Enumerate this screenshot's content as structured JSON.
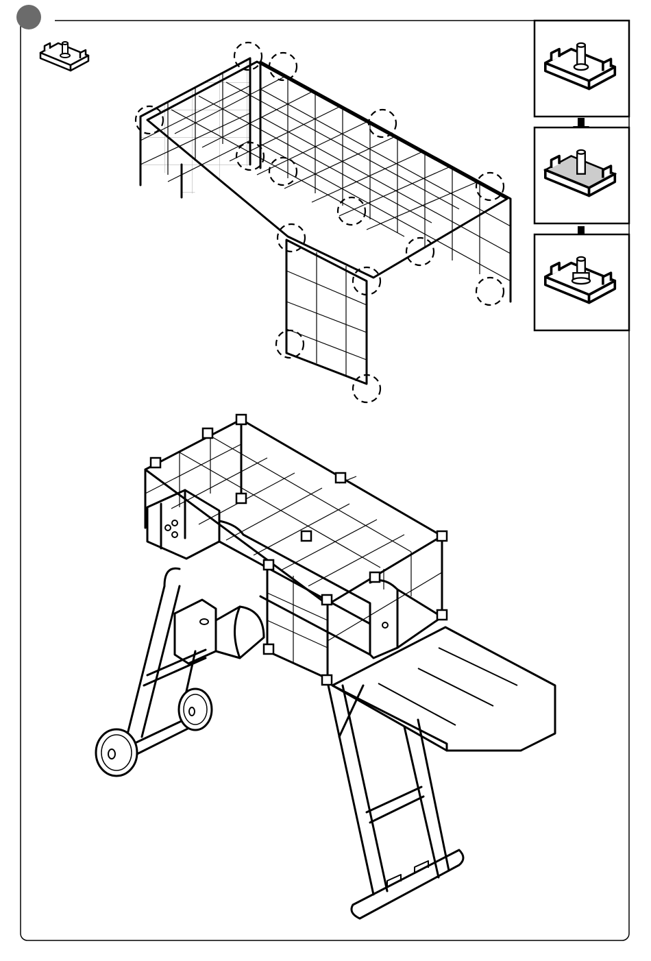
{
  "step": {
    "number": "",
    "badge_icon": "step-number-badge"
  },
  "icons": {
    "part_icon": "mesh-clip-icon"
  },
  "insets": [
    {
      "name": "clip-open",
      "icon": "mesh-clip-icon"
    },
    {
      "name": "clip-with-mesh",
      "icon": "mesh-clip-inserted-icon"
    },
    {
      "name": "clip-tightened",
      "icon": "mesh-clip-tightened-icon"
    }
  ],
  "colors": {
    "line": "#000000",
    "fill_highlight": "#cccccc",
    "background": "#ffffff"
  }
}
